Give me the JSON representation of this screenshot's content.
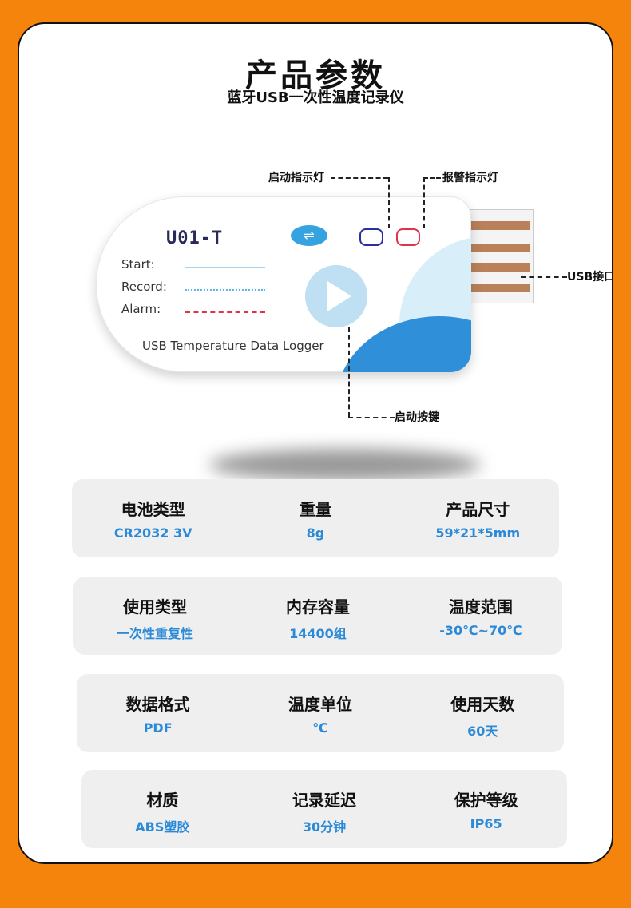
{
  "title": "产品参数",
  "subtitle": "蓝牙USB一次性温度记录仪",
  "device": {
    "model": "U01-T",
    "usb_symbol": "⇌",
    "labels": [
      "Start:",
      "Record:",
      "Alarm:"
    ],
    "footer_text": "USB Temperature Data Logger"
  },
  "callouts": {
    "start_led": "启动指示灯",
    "alarm_led": "报警指示灯",
    "usb_port": "USB接口",
    "start_button": "启动按键"
  },
  "specs": [
    [
      {
        "label": "电池类型",
        "value": "CR2032 3V"
      },
      {
        "label": "重量",
        "value": "8g"
      },
      {
        "label": "产品尺寸",
        "value": "59*21*5mm"
      }
    ],
    [
      {
        "label": "使用类型",
        "value": "一次性重复性"
      },
      {
        "label": "内存容量",
        "value": "14400组"
      },
      {
        "label": "温度范围",
        "value": "-30℃~70℃"
      }
    ],
    [
      {
        "label": "数据格式",
        "value": "PDF"
      },
      {
        "label": "温度单位",
        "value": "℃"
      },
      {
        "label": "使用天数",
        "value": "60天"
      }
    ],
    [
      {
        "label": "材质",
        "value": "ABS塑胶"
      },
      {
        "label": "记录延迟",
        "value": "30分钟"
      },
      {
        "label": "保护等级",
        "value": "IP65"
      }
    ]
  ],
  "colors": {
    "background": "#f5840c",
    "accent_blue": "#2b8ad8",
    "start_led": "#2b2fa0",
    "alarm_led": "#e0334a"
  }
}
